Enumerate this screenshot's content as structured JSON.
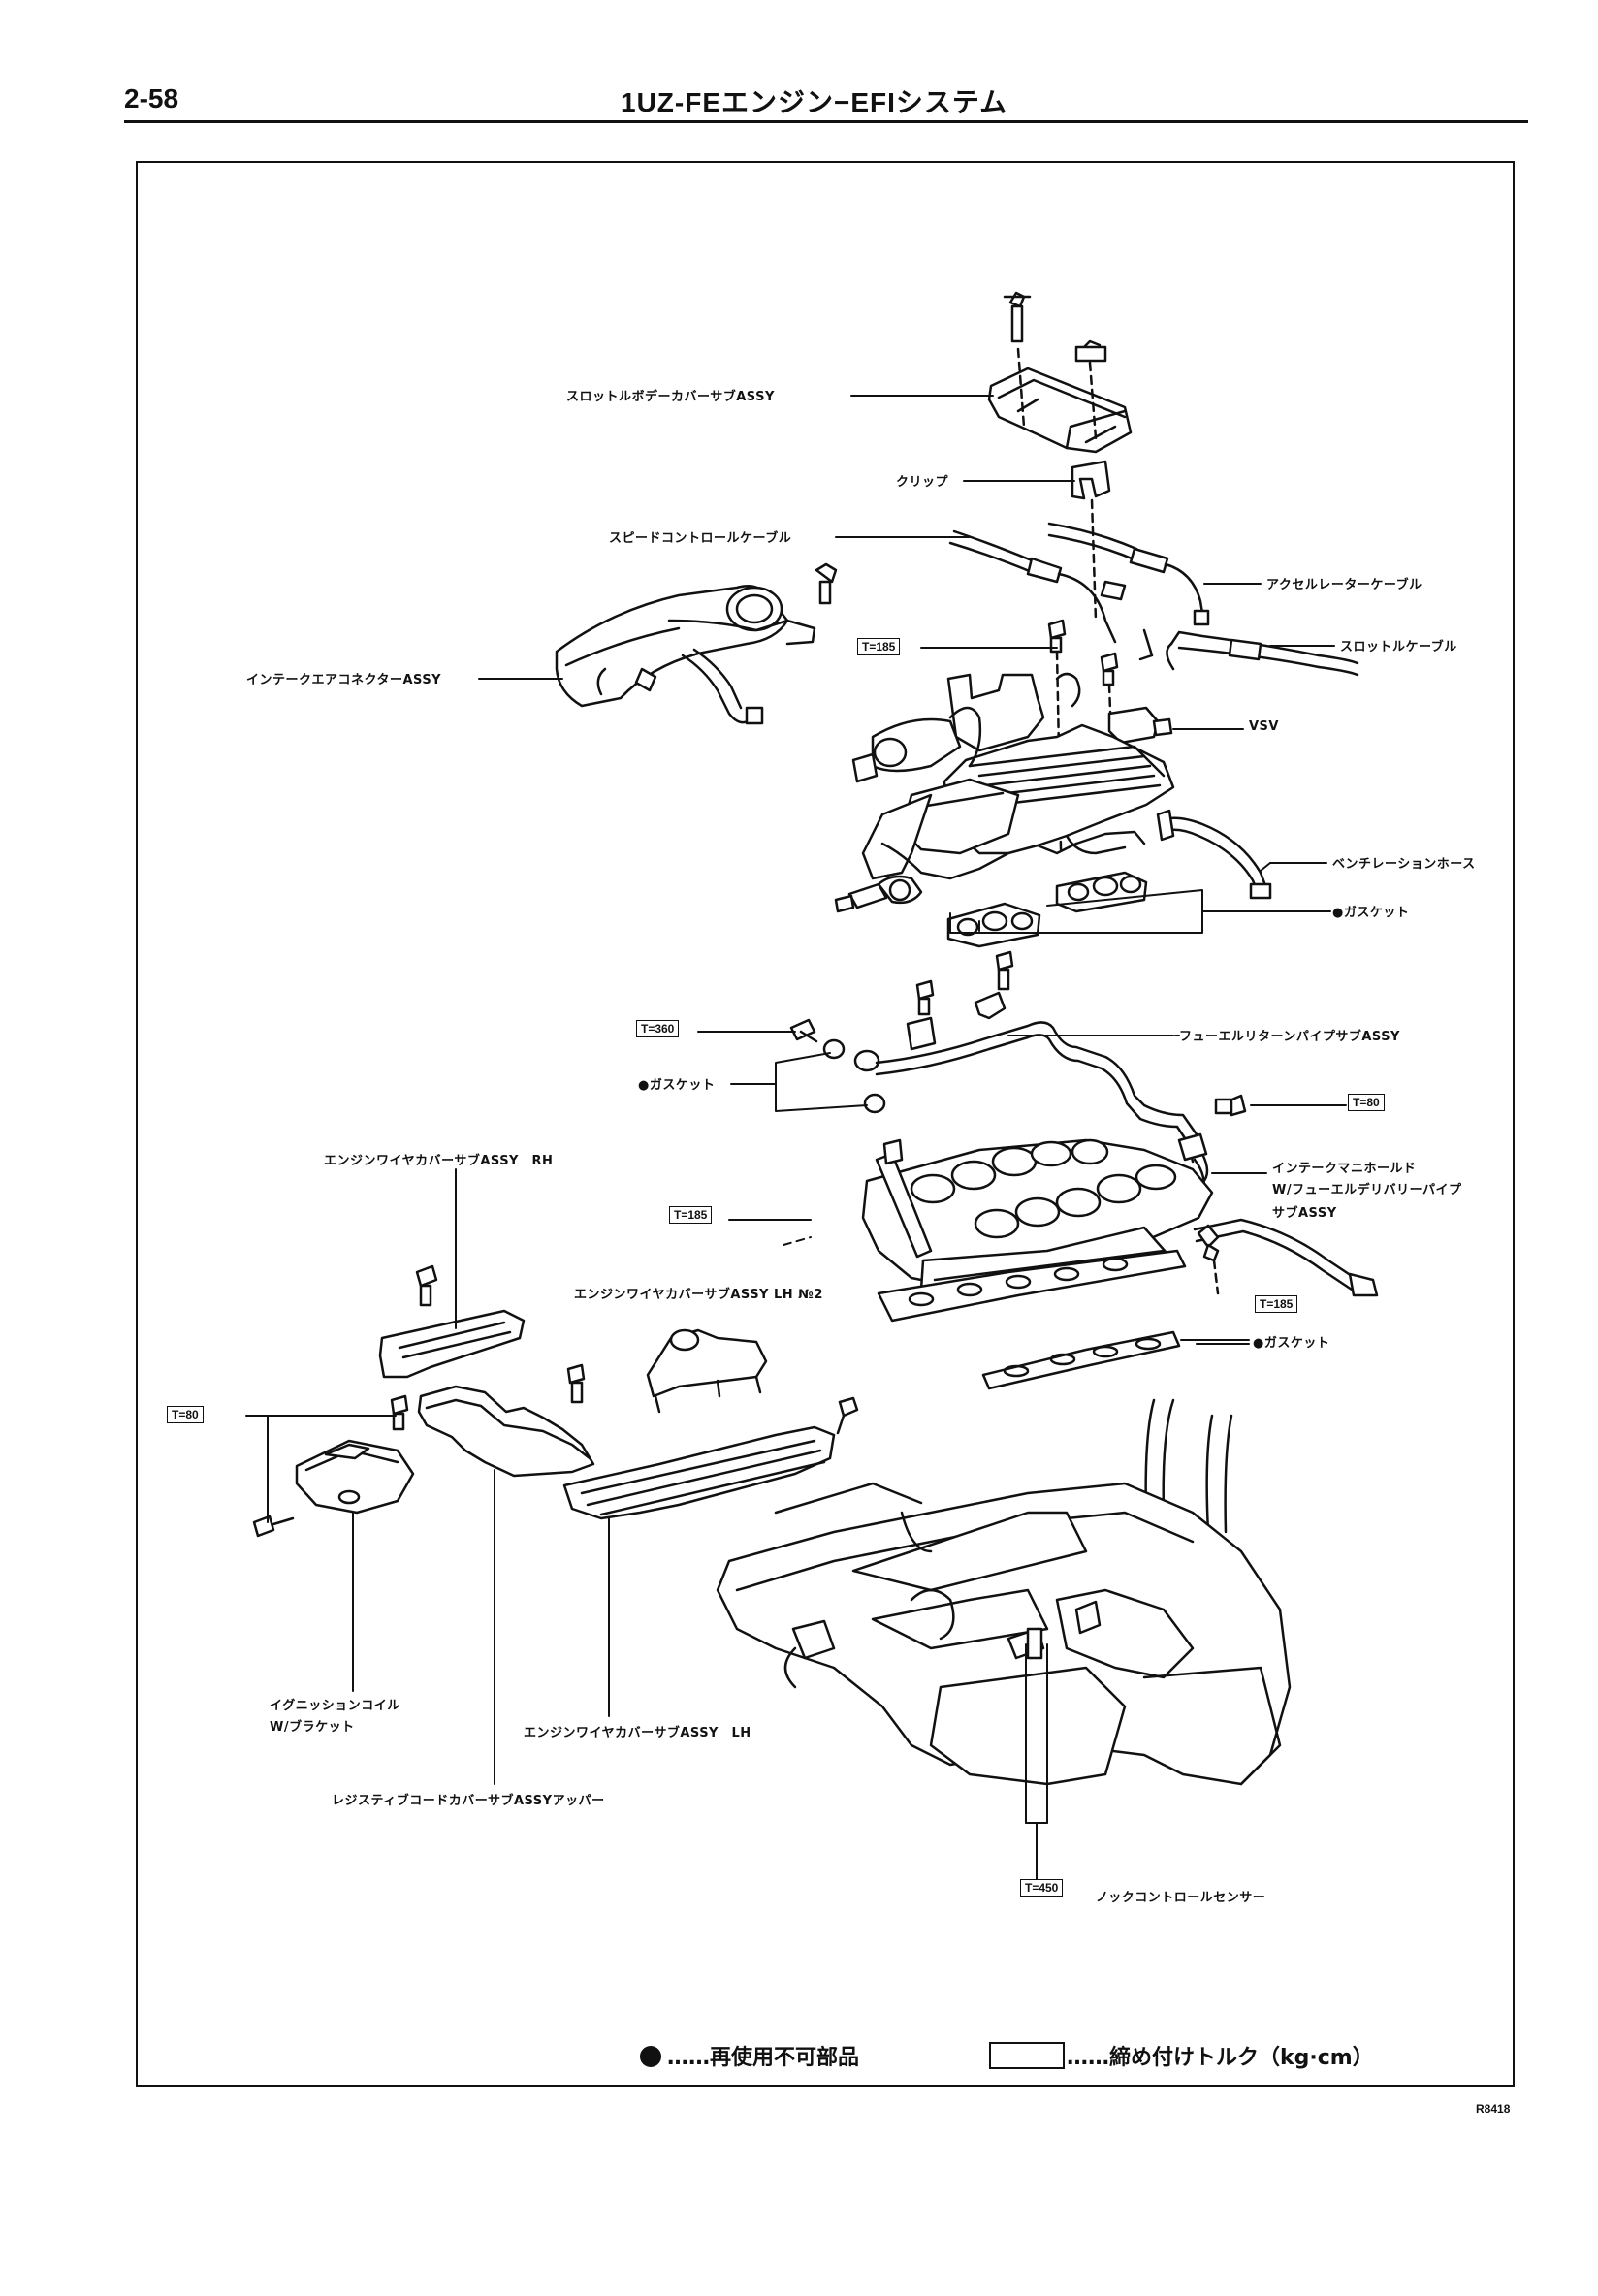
{
  "header": {
    "page_number": "2-58",
    "title": "1UZ-FEエンジン−EFIシステム"
  },
  "parts": {
    "throttle_body_cover": "スロットルボデーカバーサブASSY",
    "clip": "クリップ",
    "speed_control_cable": "スピードコントロールケーブル",
    "accelerator_cable": "アクセルレーターケーブル",
    "throttle_cable": "スロットルケーブル",
    "intake_air_connector": "インテークエアコネクターASSY",
    "vsv": "VSV",
    "ventilation_hose": "ベンチレーションホース",
    "gasket_1": "●ガスケット",
    "fuel_return_pipe": "フューエルリターンパイプサブASSY",
    "gasket_2": "●ガスケット",
    "wire_cover_rh": "エンジンワイヤカバーサブASSY　RH",
    "intake_manifold_1": "インテークマニホールド",
    "intake_manifold_2": "W/フューエルデリバリーパイプ",
    "intake_manifold_3": "サブASSY",
    "wire_cover_lh_no2": "エンジンワイヤカバーサブASSY LH №2",
    "gasket_3": "●ガスケット",
    "ignition_coil_1": "イグニッションコイル",
    "ignition_coil_2": "W/ブラケット",
    "wire_cover_lh": "エンジンワイヤカバーサブASSY　LH",
    "resistive_cord_cover": "レジスティブコードカバーサブASSYアッパー",
    "knock_sensor": "ノックコントロールセンサー"
  },
  "torques": {
    "t1": "T=185",
    "t2": "T=360",
    "t3": "T=80",
    "t4": "T=185",
    "t5": "T=185",
    "t6": "T=80",
    "t7": "T=450"
  },
  "legend": {
    "non_reusable": "……再使用不可部品",
    "torque": "……締め付けトルク（kg·cm）"
  },
  "figure_code": "R8418"
}
